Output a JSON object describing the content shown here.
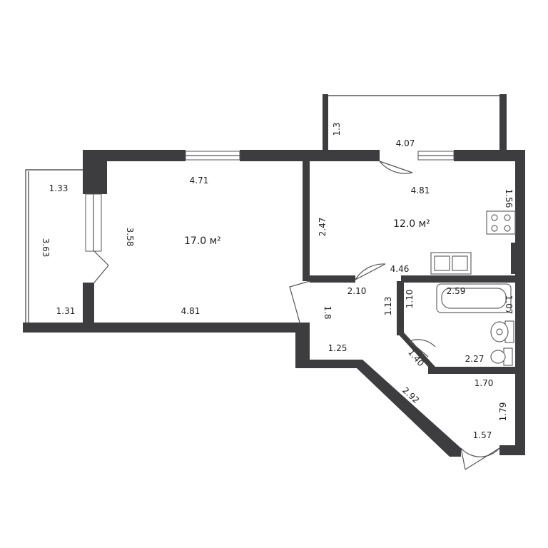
{
  "rooms": {
    "living": {
      "area": "17.0 м²"
    },
    "kitchen": {
      "area": "12.0 м²"
    }
  },
  "dimensions": {
    "balcony_top": "1.3",
    "balcony_door": "4.07",
    "living_top": "4.71",
    "living_height": "3.58",
    "living_bottom": "4.81",
    "loggia_top": "1.33",
    "loggia_height": "3.63",
    "loggia_bottom": "1.31",
    "kitchen_top": "4.81",
    "kitchen_right": "1.56",
    "kitchen_left": "2.47",
    "kitchen_bottom": "4.46",
    "hall_width": "2.10",
    "hall_height": "1.8",
    "hall_bottom": "1.25",
    "bath_left_a": "1.13",
    "bath_left_b": "1.10",
    "bath_top": "2.59",
    "bath_right": "1.07",
    "bath_diag": "1.40",
    "bath_bottom": "2.27",
    "corridor_top": "1.70",
    "corridor_diag": "2.92",
    "corridor_right": "1.79",
    "corridor_bottom": "1.57"
  },
  "colors": {
    "wall": "#3d3d40"
  }
}
